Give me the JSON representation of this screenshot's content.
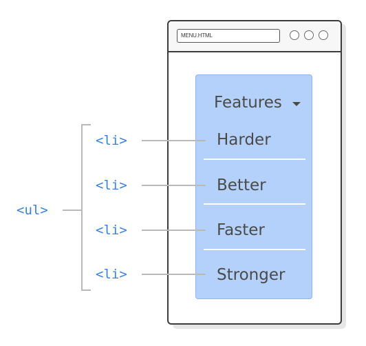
{
  "window": {
    "address": "MENU.HTML"
  },
  "menu": {
    "title": "Features",
    "caret_icon": "caret-down-icon",
    "items": [
      {
        "label": "Harder"
      },
      {
        "label": "Better"
      },
      {
        "label": "Faster"
      },
      {
        "label": "Stronger"
      }
    ]
  },
  "annotations": {
    "list_tag": "<ul>",
    "item_tags": [
      "<li>",
      "<li>",
      "<li>",
      "<li>"
    ]
  },
  "colors": {
    "menu_background": "#b3d1fb",
    "code_text": "#3b82d6",
    "menu_text": "#4a4a4a",
    "connector": "#b9b9b9"
  }
}
